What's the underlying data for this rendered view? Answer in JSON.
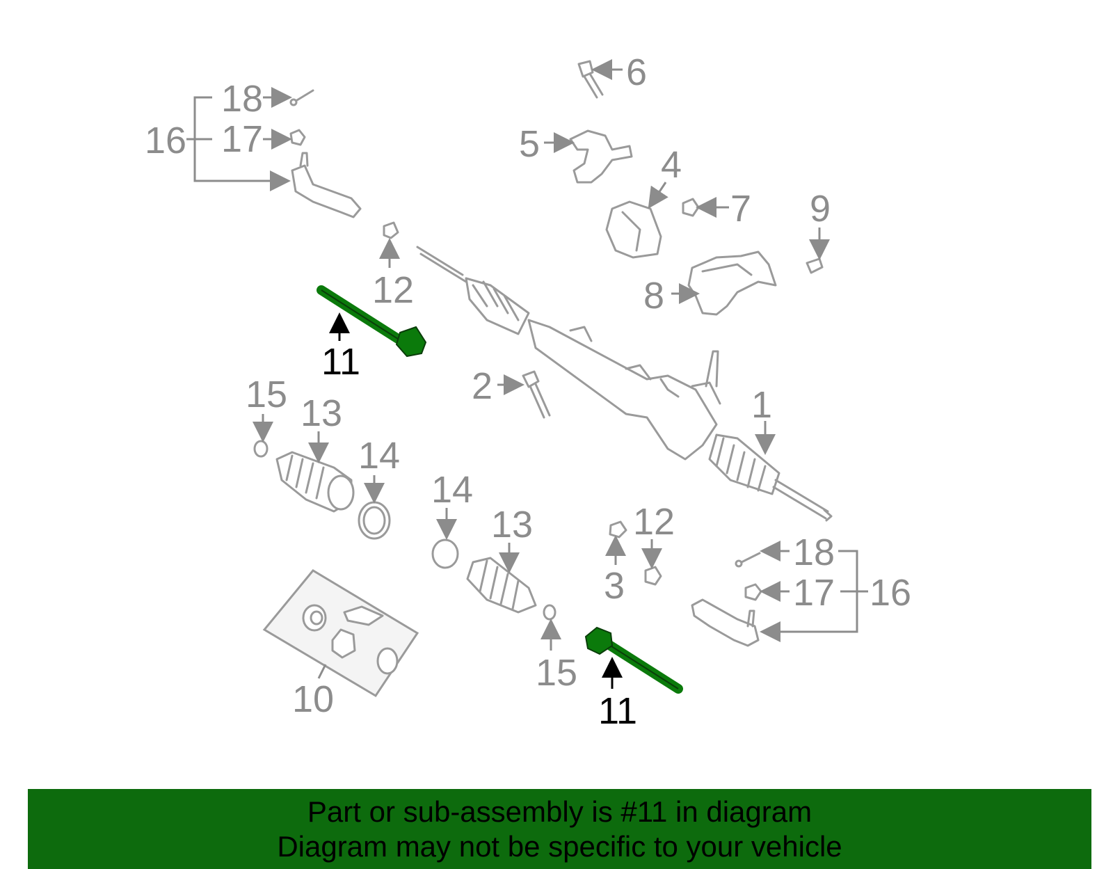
{
  "highlight_color": "#0b7a0b",
  "banner_color": "#0d6b0d",
  "labels": {
    "n1": "1",
    "n2": "2",
    "n3": "3",
    "n4": "4",
    "n5": "5",
    "n6": "6",
    "n7": "7",
    "n8": "8",
    "n9": "9",
    "n10": "10",
    "n11a": "11",
    "n11b": "11",
    "n12a": "12",
    "n12b": "12",
    "n13a": "13",
    "n13b": "13",
    "n14a": "14",
    "n14b": "14",
    "n15a": "15",
    "n15b": "15",
    "n16a": "16",
    "n16b": "16",
    "n17a": "17",
    "n17b": "17",
    "n18a": "18",
    "n18b": "18"
  },
  "banner": {
    "line1": "Part or sub-assembly is #11 in diagram",
    "line2": "Diagram may not be specific to your vehicle"
  }
}
